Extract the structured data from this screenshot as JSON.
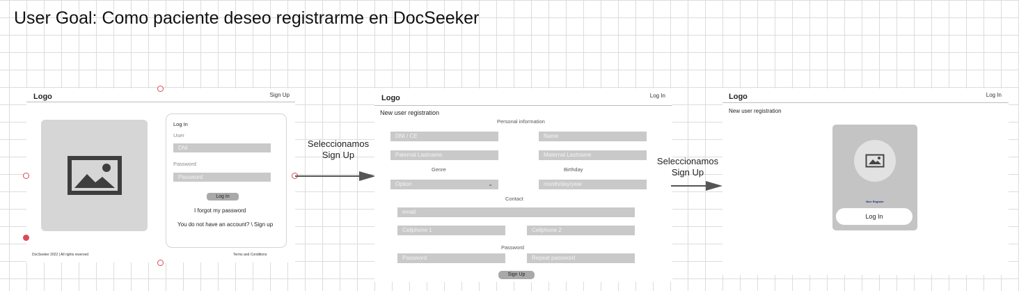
{
  "title": "User Goal: Como paciente deseo registrarme en DocSeeker",
  "screen1": {
    "logo": "Logo",
    "top_link": "Sign Up",
    "form_title": "Log In",
    "user_label": "User",
    "user_placeholder": "DNI",
    "password_label": "Password",
    "password_placeholder": "Password",
    "login_button": "Log In",
    "forgot_link": "I forgot my password",
    "no_account_link": "You do not have an account? \\ Sign up",
    "footer_left": "DocSeeker 2022 | All rights reserved",
    "footer_right": "Terms and Conditions"
  },
  "arrow1_label": "Seleccionamos Sign Up",
  "screen2": {
    "logo": "Logo",
    "top_link": "Log In",
    "heading": "New user registration",
    "personal_info": "Personal information",
    "dni_placeholder": "DNI / CE",
    "name_placeholder": "Name",
    "paternal_placeholder": "Paternal Lastname",
    "maternal_placeholder": "Maternal Lastname",
    "genre_label": "Genre",
    "birthday_label": "Birthday",
    "genre_option": "Option",
    "birthday_placeholder": "month/day/year",
    "contact_label": "Contact",
    "email_placeholder": "email",
    "cellphone1_placeholder": "Cellphone 1",
    "cellphone2_placeholder": "Cellphone 2",
    "password_label": "Password",
    "password_placeholder": "Password",
    "repeat_password_placeholder": "Repeat password",
    "signup_button": "Sign Up"
  },
  "arrow2_label": "Seleccionamos Sign Up",
  "screen3": {
    "logo": "Logo",
    "top_link": "Log In",
    "heading": "New user registration",
    "nice_register": "Nice Register",
    "login_button": "Log In"
  },
  "colors": {
    "placeholder_fill": "#c9c9c9",
    "selection_handle": "#d94b5a",
    "arrow": "#555555"
  }
}
